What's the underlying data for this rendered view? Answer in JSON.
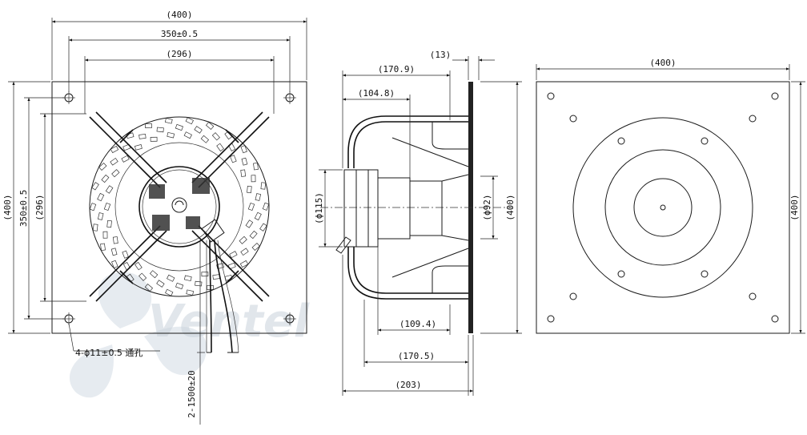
{
  "front_view": {
    "dim_overall_width": "(400)",
    "dim_hole_spacing_h": "350±0.5",
    "dim_guard_width": "(296)",
    "dim_overall_height": "(400)",
    "dim_hole_spacing_v": "350±0.5",
    "dim_guard_height": "(296)",
    "holes_note": "4-ϕ11±0.5 通孔",
    "cable_note": "2-1500±20"
  },
  "side_view": {
    "dim_flange_thickness": "(13)",
    "dim_depth_upper": "(170.9)",
    "dim_motor_depth": "(104.8)",
    "dim_hub_diameter": "(ϕ115)",
    "dim_inlet_diameter": "(ϕ92)",
    "dim_height": "(400)",
    "dim_lower_depth": "(109.4)",
    "dim_depth_lower": "(170.5)",
    "dim_total_depth": "(203)"
  },
  "rear_view": {
    "dim_width": "(400)",
    "dim_height": "(400)"
  },
  "watermark": {
    "text": "Ventel"
  }
}
